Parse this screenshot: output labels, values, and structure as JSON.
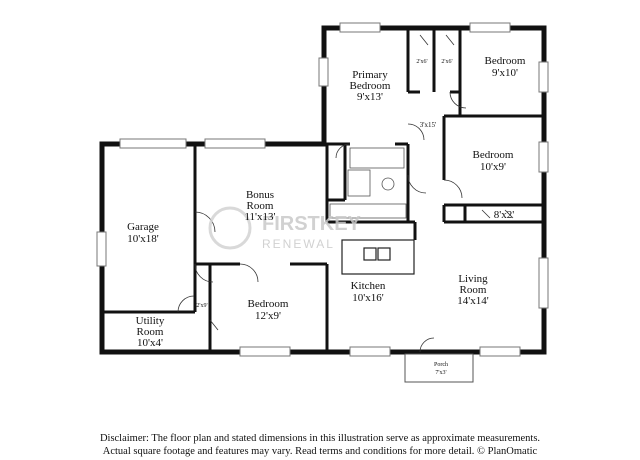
{
  "rooms": {
    "primary_bedroom": {
      "name_line1": "Primary",
      "name_line2": "Bedroom",
      "dims": "9'x13'"
    },
    "bedroom_ne": {
      "name": "Bedroom",
      "dims": "9'x10'"
    },
    "bedroom_e": {
      "name": "Bedroom",
      "dims": "10'x9'"
    },
    "bonus_room": {
      "name_line1": "Bonus",
      "name_line2": "Room",
      "dims": "11'x13'"
    },
    "garage": {
      "name": "Garage",
      "dims": "10'x18'"
    },
    "kitchen": {
      "name": "Kitchen",
      "dims": "10'x16'"
    },
    "living_room": {
      "name_line1": "Living",
      "name_line2": "Room",
      "dims": "14'x14'"
    },
    "bedroom_s": {
      "name": "Bedroom",
      "dims": "12'x9'"
    },
    "utility_room": {
      "name_line1": "Utility",
      "name_line2": "Room",
      "dims": "10'x4'"
    },
    "porch": {
      "name": "Porch",
      "dims": "7'x3'"
    }
  },
  "closets": {
    "closet_a": "2'x6'",
    "closet_b": "2'x6'",
    "hall": "3'x15'",
    "closet_c": "8'x2'",
    "closet_d": "2'x9'"
  },
  "watermark": {
    "line1": "FIRSTKEY",
    "line2": "RENEWAL"
  },
  "disclaimer": {
    "line1": "Disclaimer: The floor plan and stated dimensions in this illustration serve as approximate measurements.",
    "line2": "Actual square footage and features may vary. Read terms and conditions for more detail. © PlanOmatic"
  }
}
